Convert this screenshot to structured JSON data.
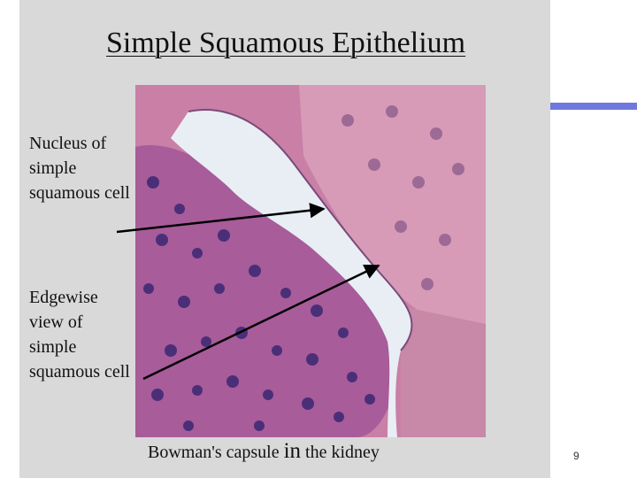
{
  "slide": {
    "title": "Simple Squamous Epithelium",
    "labels": {
      "nucleus": "Nucleus of simple squamous cell",
      "edgewise": "Edgewise view of simple squamous cell"
    },
    "caption": {
      "part1": "Bowman's capsule ",
      "part2": "in",
      "part3": " the kidney"
    },
    "slide_number": "9"
  },
  "colors": {
    "panel": "#d9d9d9",
    "accent": "#6f78dc",
    "tissue_pink": "#c97fa6",
    "lumen": "#e8eef4",
    "nuclei": "#4a2f78"
  }
}
